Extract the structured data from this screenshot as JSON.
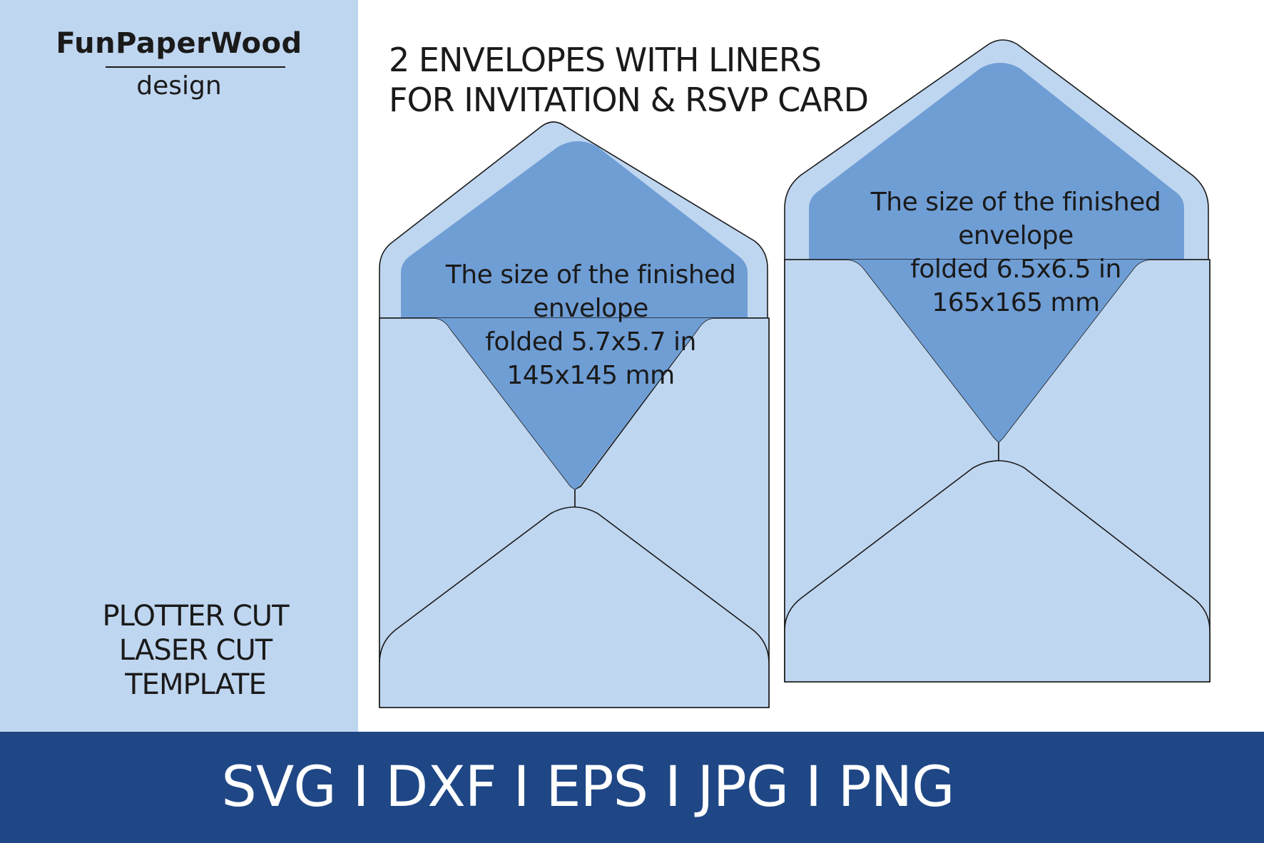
{
  "colors": {
    "sidebar_bg": "#bfd6f0",
    "envelope_fill": "#bfd6f0",
    "liner_fill": "#6f9ed5",
    "footer_bg": "#1f4786",
    "outline": "#1a1a1a"
  },
  "brand": {
    "name": "FunPaperWood",
    "sub": "design"
  },
  "headline": {
    "line1": "2 ENVELOPES WITH LINERS",
    "line2": "FOR INVITATION & RSVP CARD"
  },
  "cut_info": {
    "line1": "PLOTTER CUT",
    "line2": "LASER CUT",
    "line3": "TEMPLATE"
  },
  "envelopes": [
    {
      "caption_line1": "The size of the finished",
      "caption_line2": "envelope",
      "caption_line3": "folded 5.7x5.7 in",
      "caption_line4": "145x145 mm"
    },
    {
      "caption_line1": "The size of the finished",
      "caption_line2": "envelope",
      "caption_line3": "folded 6.5x6.5 in",
      "caption_line4": "165x165 mm"
    }
  ],
  "formats": "SVG I DXF I EPS I JPG I PNG"
}
